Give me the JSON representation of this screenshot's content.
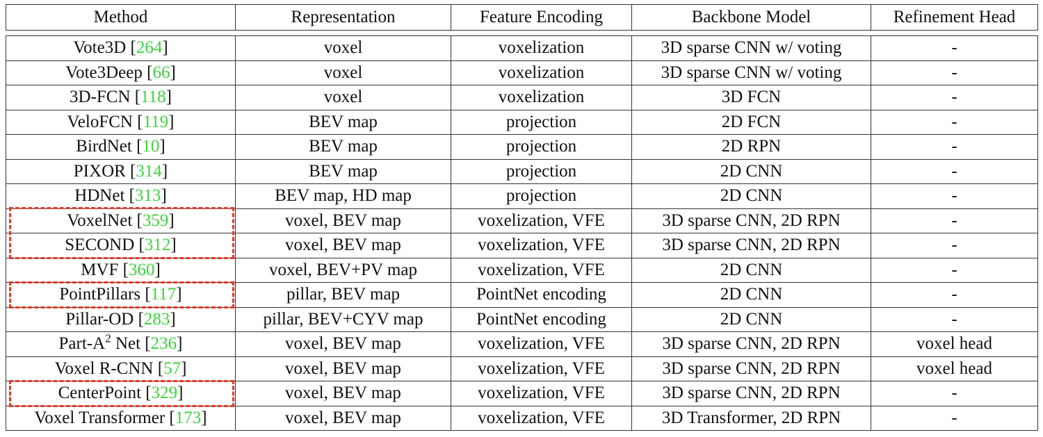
{
  "table": {
    "headers": [
      "Method",
      "Representation",
      "Feature Encoding",
      "Backbone Model",
      "Refinement Head"
    ],
    "rows": [
      {
        "name": "Vote3D",
        "ref": "264",
        "sup": "",
        "rep": "voxel",
        "enc": "voxelization",
        "backbone": "3D sparse CNN w/ voting",
        "head": "-"
      },
      {
        "name": "Vote3Deep",
        "ref": "66",
        "sup": "",
        "rep": "voxel",
        "enc": "voxelization",
        "backbone": "3D sparse CNN w/ voting",
        "head": "-"
      },
      {
        "name": "3D-FCN",
        "ref": "118",
        "sup": "",
        "rep": "voxel",
        "enc": "voxelization",
        "backbone": "3D FCN",
        "head": "-"
      },
      {
        "name": "VeloFCN",
        "ref": "119",
        "sup": "",
        "rep": "BEV map",
        "enc": "projection",
        "backbone": "2D FCN",
        "head": "-"
      },
      {
        "name": "BirdNet",
        "ref": "10",
        "sup": "",
        "rep": "BEV map",
        "enc": "projection",
        "backbone": "2D RPN",
        "head": "-"
      },
      {
        "name": "PIXOR",
        "ref": "314",
        "sup": "",
        "rep": "BEV map",
        "enc": "projection",
        "backbone": "2D CNN",
        "head": "-"
      },
      {
        "name": "HDNet",
        "ref": "313",
        "sup": "",
        "rep": "BEV map, HD map",
        "enc": "projection",
        "backbone": "2D CNN",
        "head": "-"
      },
      {
        "name": "VoxelNet",
        "ref": "359",
        "sup": "",
        "rep": "voxel, BEV map",
        "enc": "voxelization, VFE",
        "backbone": "3D sparse CNN, 2D RPN",
        "head": "-"
      },
      {
        "name": "SECOND",
        "ref": "312",
        "sup": "",
        "rep": "voxel, BEV map",
        "enc": "voxelization, VFE",
        "backbone": "3D sparse CNN, 2D RPN",
        "head": "-"
      },
      {
        "name": "MVF",
        "ref": "360",
        "sup": "",
        "rep": "voxel, BEV+PV map",
        "enc": "voxelization, VFE",
        "backbone": "2D CNN",
        "head": "-"
      },
      {
        "name": "PointPillars",
        "ref": "117",
        "sup": "",
        "rep": "pillar, BEV map",
        "enc": "PointNet encoding",
        "backbone": "2D CNN",
        "head": "-"
      },
      {
        "name": "Pillar-OD",
        "ref": "283",
        "sup": "",
        "rep": "pillar, BEV+CYV map",
        "enc": "PointNet encoding",
        "backbone": "2D CNN",
        "head": "-"
      },
      {
        "name": "Part-A",
        "ref": "236",
        "sup": "2",
        "suffix": " Net",
        "rep": "voxel, BEV map",
        "enc": "voxelization, VFE",
        "backbone": "3D sparse CNN, 2D RPN",
        "head": "voxel head"
      },
      {
        "name": "Voxel R-CNN",
        "ref": "57",
        "sup": "",
        "rep": "voxel, BEV map",
        "enc": "voxelization, VFE",
        "backbone": "3D sparse CNN, 2D RPN",
        "head": "voxel head"
      },
      {
        "name": "CenterPoint",
        "ref": "329",
        "sup": "",
        "rep": "voxel, BEV map",
        "enc": "voxelization, VFE",
        "backbone": "3D sparse CNN, 2D RPN",
        "head": "-"
      },
      {
        "name": "Voxel Transformer",
        "ref": "173",
        "sup": "",
        "rep": "voxel, BEV map",
        "enc": "voxelization, VFE",
        "backbone": "3D Transformer, 2D RPN",
        "head": "-"
      }
    ]
  },
  "highlight": {
    "color": "#e8392a",
    "groups": [
      [
        "VoxelNet",
        "SECOND"
      ],
      [
        "PointPillars"
      ],
      [
        "CenterPoint"
      ]
    ]
  }
}
